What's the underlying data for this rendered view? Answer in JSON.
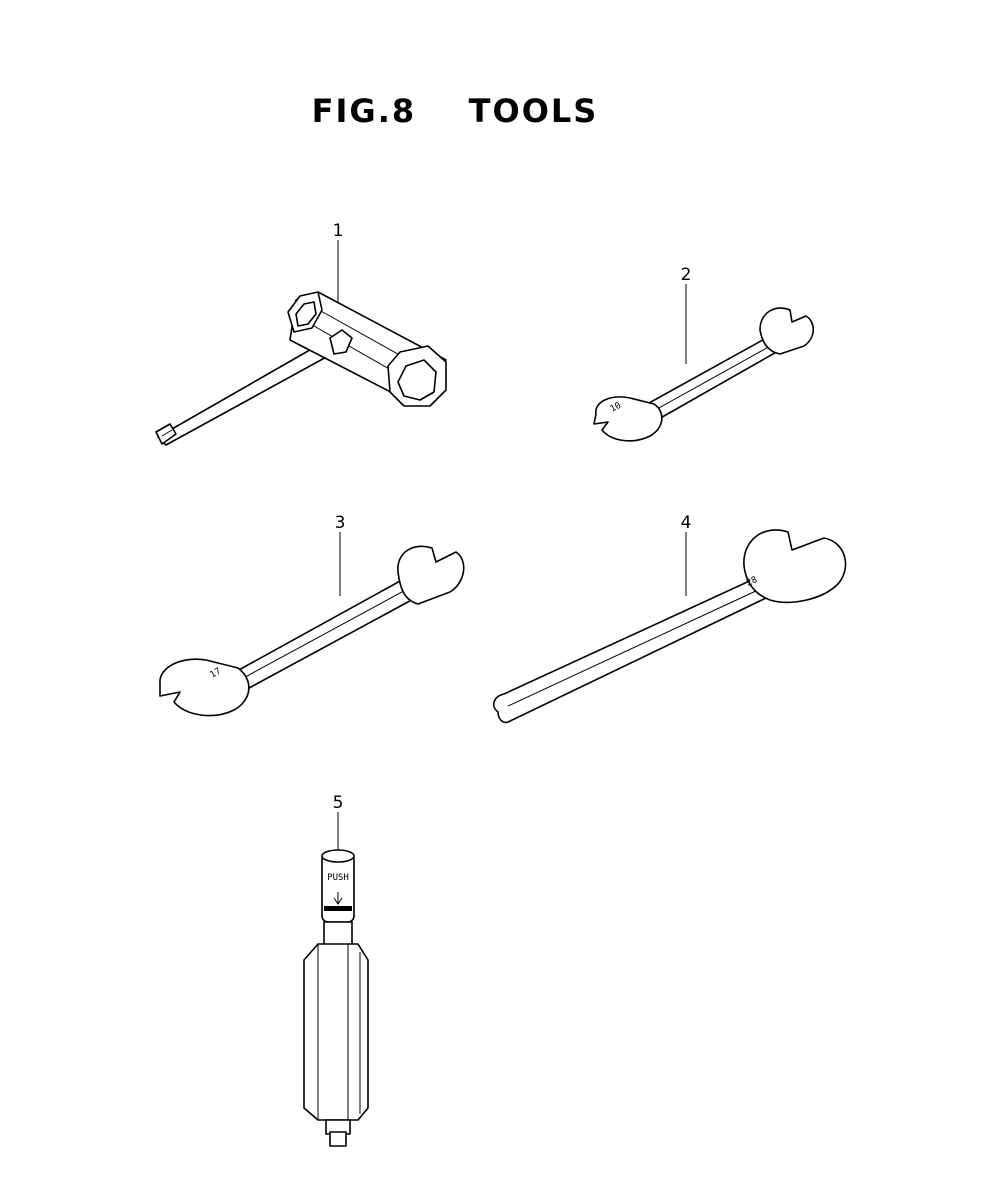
{
  "figure": {
    "title": "FIG.8    TOOLS"
  },
  "parts": [
    {
      "number": "1",
      "name": "spark-plug-wrench-with-screwdriver"
    },
    {
      "number": "2",
      "name": "open-end-wrench-small",
      "marking": "10"
    },
    {
      "number": "3",
      "name": "open-end-wrench-medium",
      "marking": "17"
    },
    {
      "number": "4",
      "name": "open-end-wrench-large",
      "marking": "28"
    },
    {
      "number": "5",
      "name": "fork-oil-seal-driver",
      "marking": "PUSH"
    }
  ]
}
